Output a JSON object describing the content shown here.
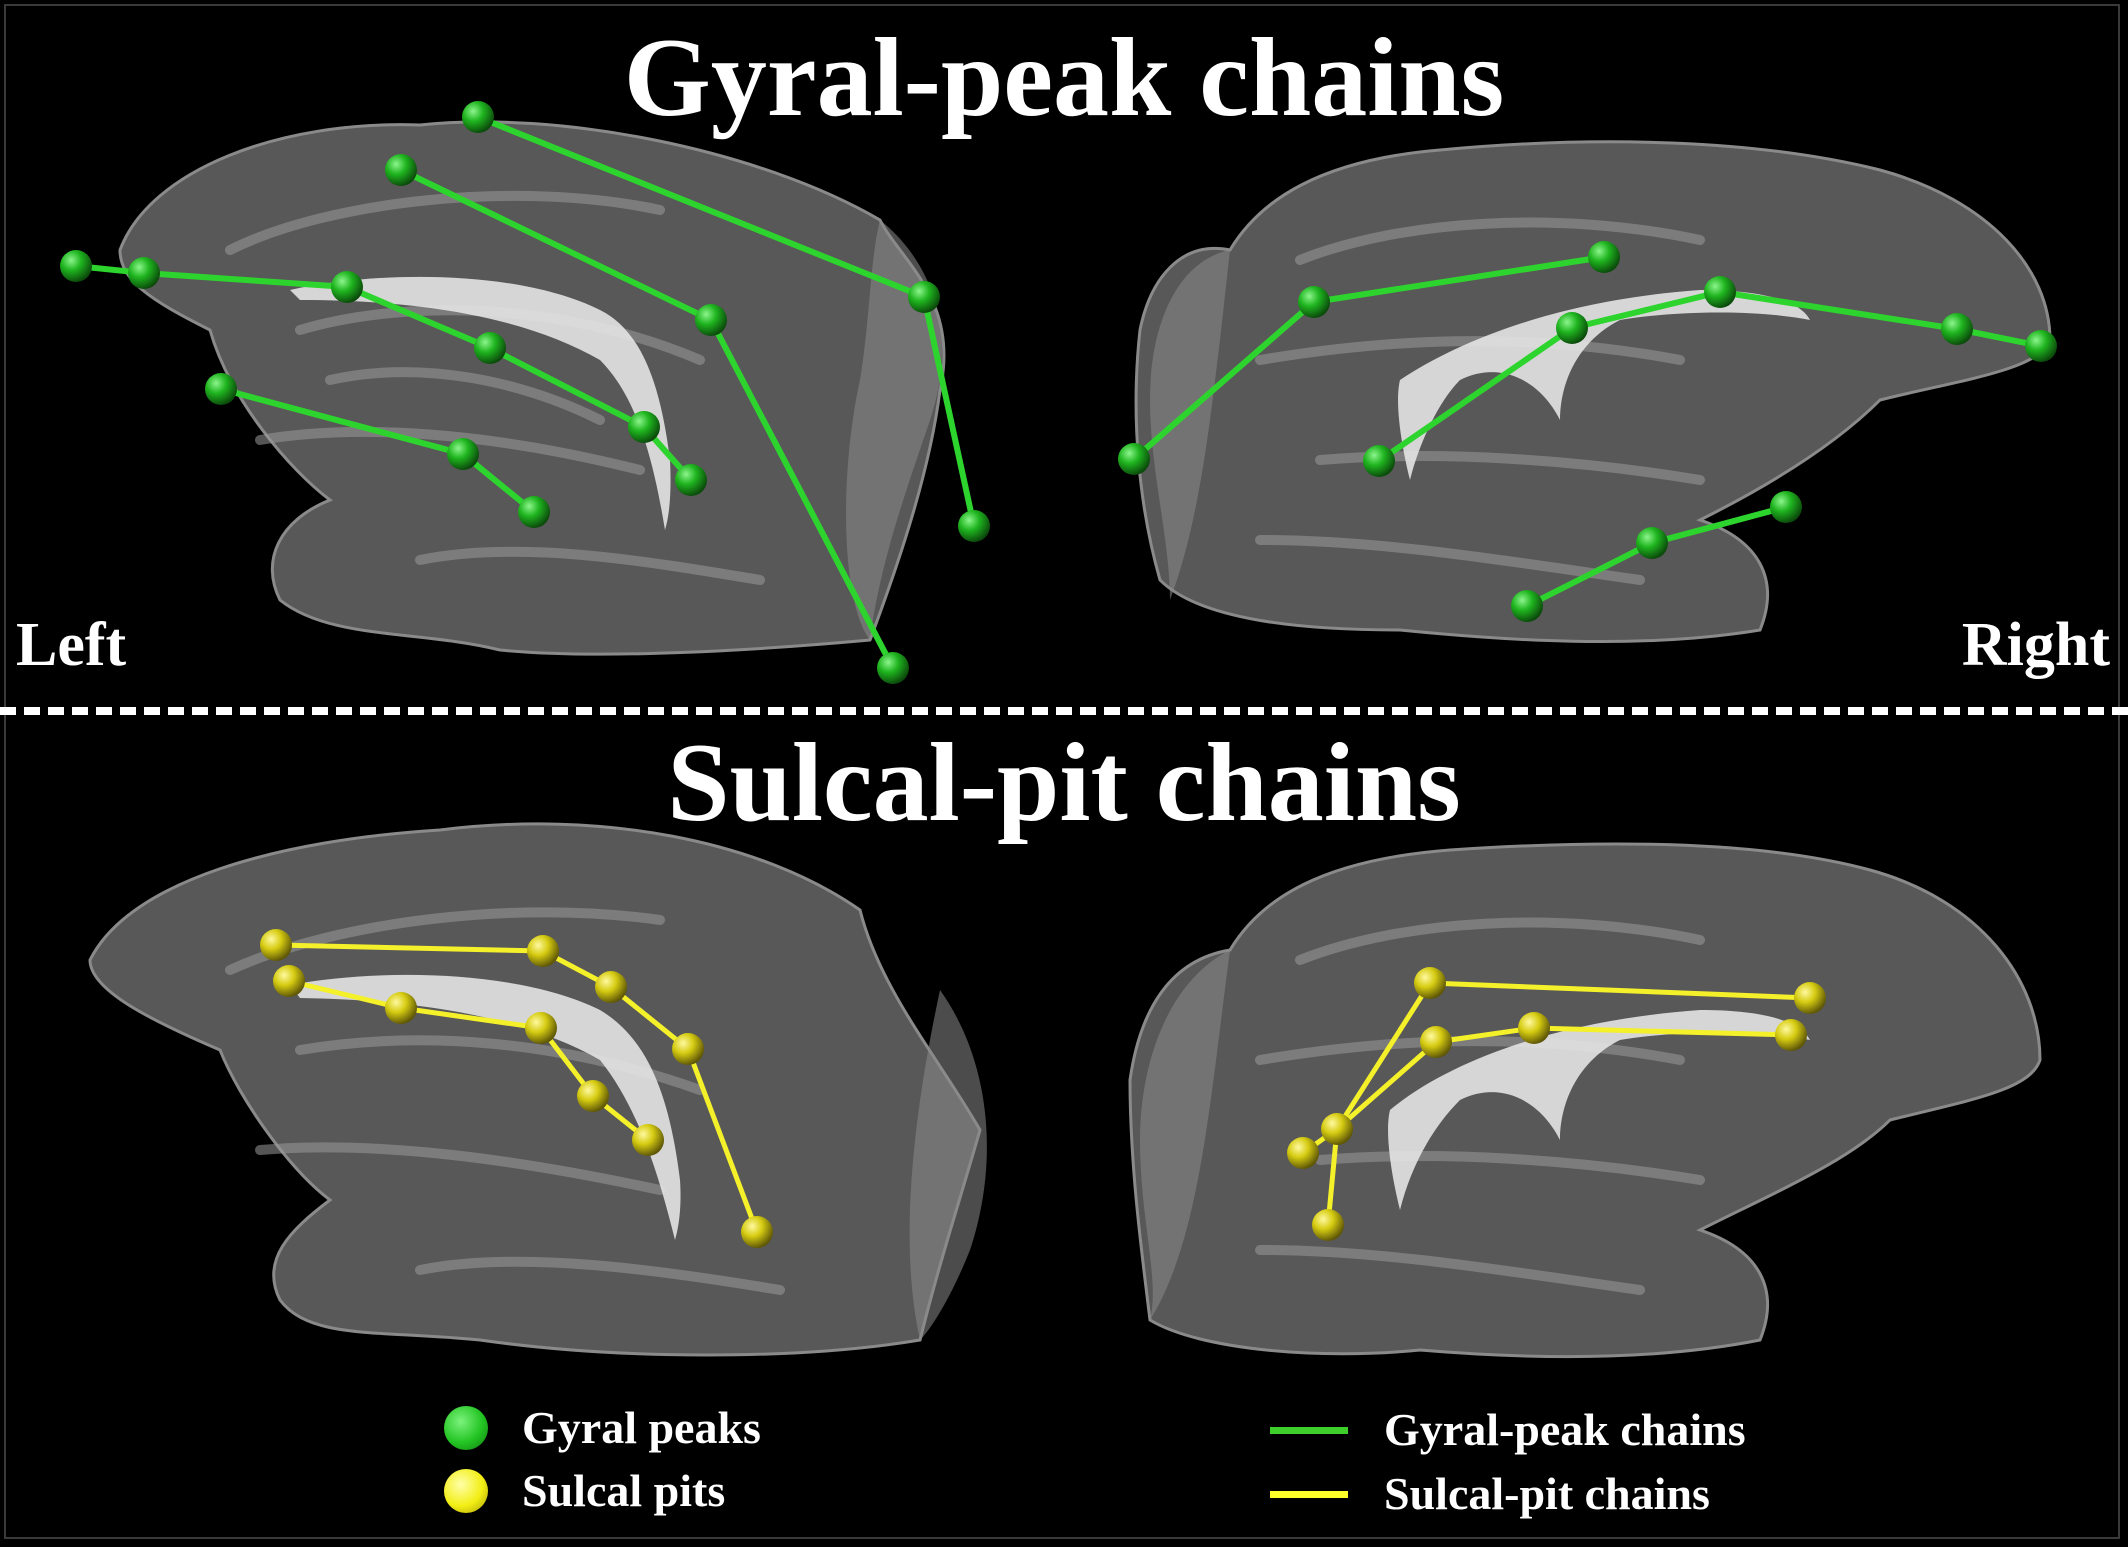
{
  "titles": {
    "top": "Gyral-peak chains",
    "bottom": "Sulcal-pit chains"
  },
  "hemispheres": {
    "left": "Left",
    "right": "Right"
  },
  "legend": {
    "gyral_peaks": "Gyral peaks",
    "sulcal_pits": "Sulcal pits",
    "gyral_peak_chains": "Gyral-peak chains",
    "sulcal_pit_chains": "Sulcal-pit chains"
  },
  "colors": {
    "gyral": "#22cc22",
    "gyral_node": "#1fb51f",
    "sulcal": "#ffff33",
    "sulcal_node": "#d8d018",
    "brain": "#6e6e6e",
    "background": "#000000"
  }
}
